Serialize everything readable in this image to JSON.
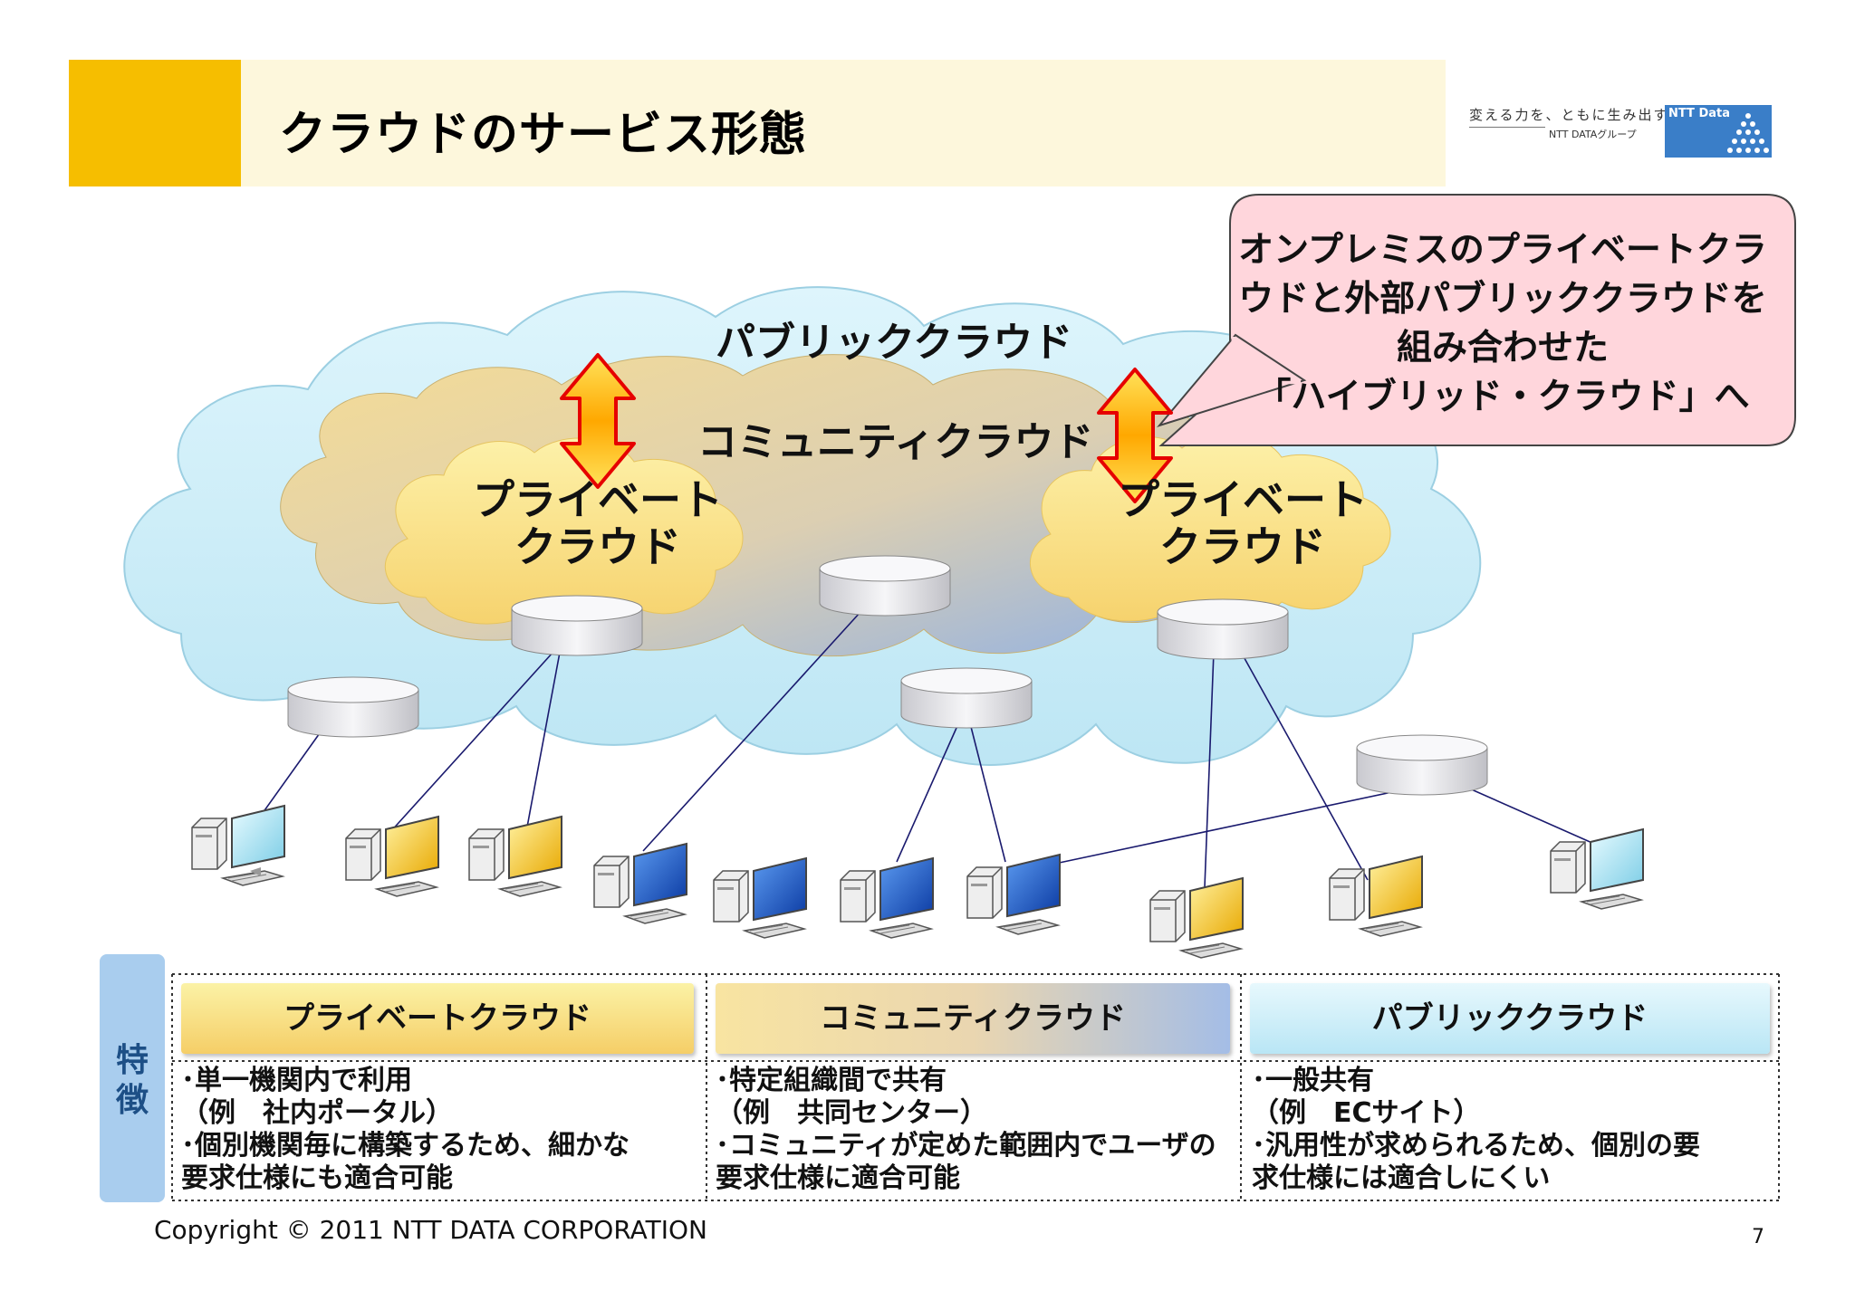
{
  "header": {
    "title": "クラウドのサービス形態",
    "brand_tagline": "変える力を、ともに生み出す。",
    "brand_group": "NTT DATAグループ",
    "brand_logo": "NTT Data"
  },
  "diagram": {
    "public_cloud_label": "パブリッククラウド",
    "community_cloud_label": "コミュニティクラウド",
    "private_cloud_left_line1": "プライベート",
    "private_cloud_left_line2": "クラウド",
    "private_cloud_right_line1": "プライベート",
    "private_cloud_right_line2": "クラウド",
    "callout_line1": "オンプレミスのプライベートクラ",
    "callout_line2": "ウドと外部パブリッククラウドを",
    "callout_line3": "組み合わせた",
    "callout_line4": "「ハイブリッド・クラウド」へ"
  },
  "legend": {
    "side_label": "特徴",
    "columns": [
      {
        "header": "プライベートクラウド",
        "body": "･単一機関内で利用\n（例　社内ポータル）\n･個別機関毎に構築するため、細かな\n要求仕様にも適合可能"
      },
      {
        "header": "コミュニティクラウド",
        "body": "･特定組織間で共有\n（例　共同センター）\n･コミュニティが定めた範囲内でユーザの\n要求仕様に適合可能"
      },
      {
        "header": "パブリッククラウド",
        "body": "･一般共有\n（例　ECサイト）\n･汎用性が求められるため、個別の要\n求仕様には適合しにくい"
      }
    ]
  },
  "footer": {
    "copyright": "Copyright © 2011 NTT DATA CORPORATION",
    "page_number": "7"
  },
  "colors": {
    "accent": "#f6be00",
    "header_band": "#fdf7dc",
    "public_cloud": "#cdeef9",
    "community_cloud": "#e8d39a",
    "private_cloud": "#fbe68a",
    "callout_fill": "#ffd6dc",
    "arrow_fill": "#ffb300",
    "arrow_stroke": "#e60000",
    "monitor_private": "#f2b400",
    "monitor_community": "#1e56c0",
    "monitor_public": "#8fd6ea"
  }
}
